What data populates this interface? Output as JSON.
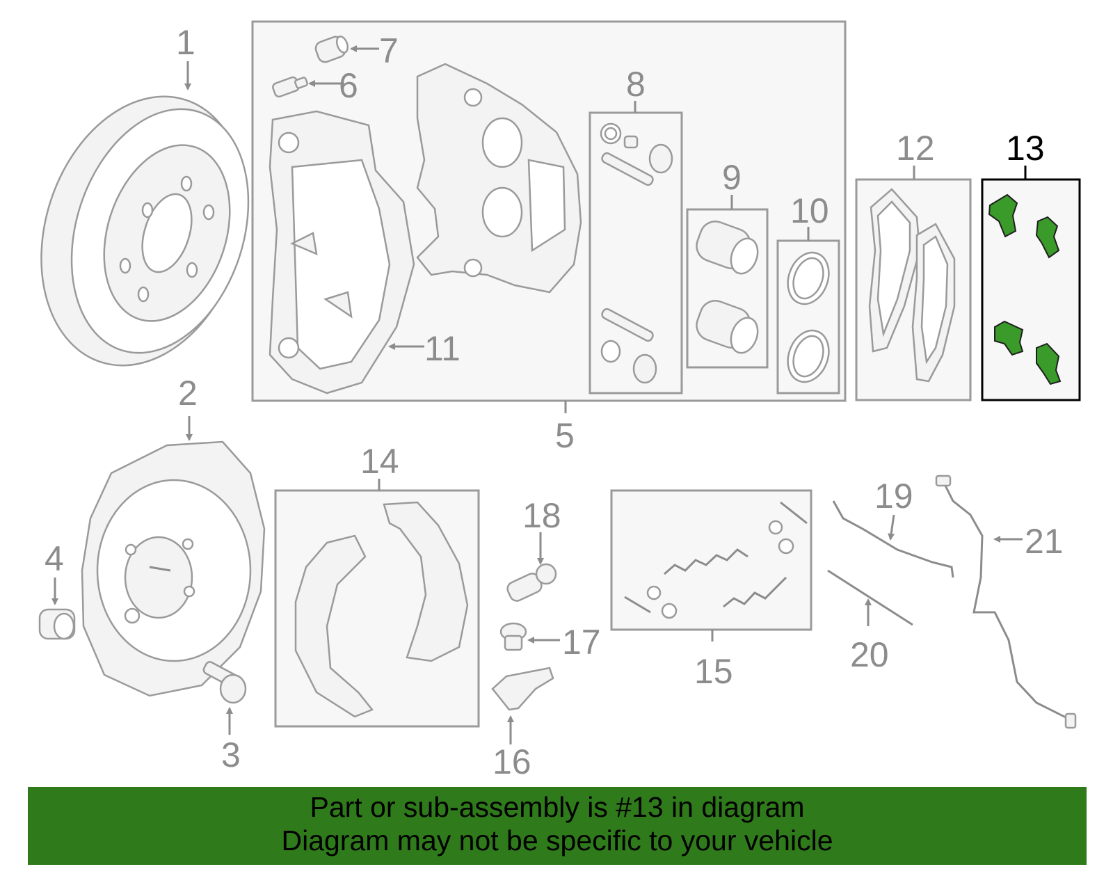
{
  "labels": {
    "1": "1",
    "2": "2",
    "3": "3",
    "4": "4",
    "5": "5",
    "6": "6",
    "7": "7",
    "8": "8",
    "9": "9",
    "10": "10",
    "11": "11",
    "12": "12",
    "13": "13",
    "14": "14",
    "15": "15",
    "16": "16",
    "17": "17",
    "18": "18",
    "19": "19",
    "20": "20",
    "21": "21"
  },
  "highlighted_part": "13",
  "highlight_color": "#3a9a2a",
  "banner": {
    "line1": "Part or sub-assembly is #13 in diagram",
    "line2": "Diagram may not be specific to your vehicle",
    "background_color": "#2f7a1a"
  }
}
